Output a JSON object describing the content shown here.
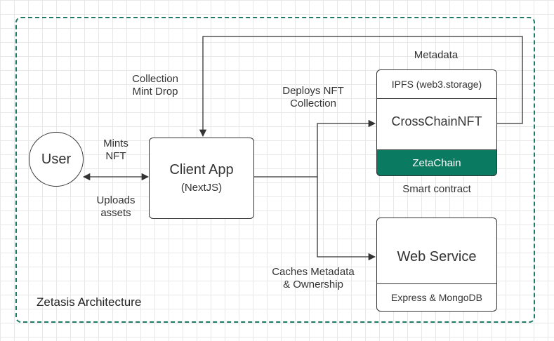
{
  "diagram": {
    "frame_color": "#1f7a66",
    "accent_color": "#0a7a61",
    "caption": "Zetasis Architecture",
    "nodes": {
      "user": {
        "label": "User"
      },
      "client_app": {
        "title": "Client App",
        "subtitle": "(NextJS)"
      },
      "crosschain_nft": {
        "header": "IPFS (web3.storage)",
        "title": "CrossChainNFT",
        "footer": "ZetaChain",
        "note": "Smart contract"
      },
      "web_service": {
        "title": "Web Service",
        "footer": "Express & MongoDB"
      }
    },
    "edge_labels": {
      "mints_line1": "Mints",
      "mints_line2": "NFT",
      "uploads_line1": "Uploads",
      "uploads_line2": "assets",
      "collection_line1": "Collection",
      "collection_line2": "Mint Drop",
      "deploys_line1": "Deploys NFT",
      "deploys_line2": "Collection",
      "metadata": "Metadata",
      "caches_line1": "Caches Metadata",
      "caches_line2": "& Ownership"
    }
  }
}
